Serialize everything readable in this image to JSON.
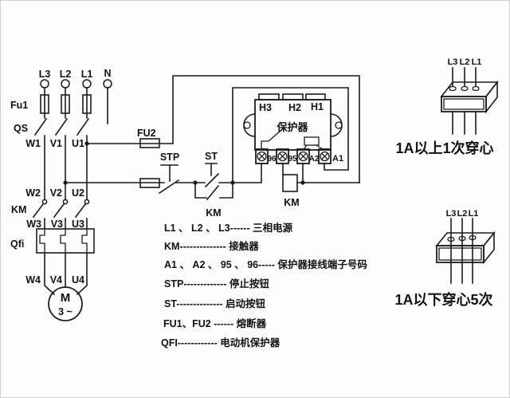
{
  "colors": {
    "ink": "#1b1b1b",
    "background": "#fdfdfd"
  },
  "power": {
    "source_labels": [
      "L3",
      "L2",
      "L1",
      "N"
    ],
    "fuse_label": "Fu1",
    "switch_label": "QS",
    "row1_labels": [
      "W1",
      "V1",
      "U1"
    ],
    "row2_labels": [
      "W2",
      "V2",
      "U2"
    ],
    "contactor_label": "KM",
    "row3_labels": [
      "W3",
      "V3",
      "U3"
    ],
    "breaker_label": "Qfi",
    "row4_labels": [
      "W4",
      "V4",
      "U4"
    ],
    "motor_letter": "M",
    "motor_phases": "3 ~"
  },
  "control": {
    "fuse_label": "FU2",
    "stop_label": "STP",
    "start_label": "ST",
    "aux_label": "KM",
    "coil_label": "KM"
  },
  "protector": {
    "title": "保护器",
    "h_terminals": [
      "H3",
      "H2",
      "H1"
    ],
    "terminals": [
      "96",
      "95",
      "A2",
      "A1"
    ]
  },
  "legend": {
    "rows": [
      "L1 、 L2 、 L3------ 三相电源",
      "KM-------------- 接触器",
      "A1 、 A2 、 95 、 96----- 保护器接线端子号码",
      "STP------------- 停止按钮",
      "ST-------------- 启动按钮",
      "FU1、FU2 ------ 熔断器",
      "QFI------------ 电动机保护器"
    ]
  },
  "ct_once": {
    "labels": [
      "L3",
      "L2",
      "L1"
    ],
    "caption": "1A以上1次穿心"
  },
  "ct_five": {
    "labels": [
      "L3",
      "L2",
      "L1"
    ],
    "caption": "1A以下穿心5次"
  }
}
